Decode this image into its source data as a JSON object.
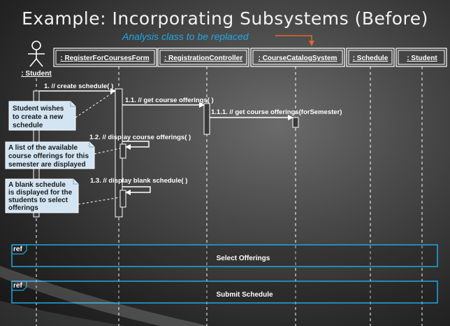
{
  "slide": {
    "title": "Example: Incorporating Subsystems (Before)",
    "annotation": "Analysis class to be replaced"
  },
  "colors": {
    "accent_blue": "#21a8e0",
    "annotation_arrow": "#e0682a",
    "note_fill": "#d3e5f3",
    "lines": "#ffffff"
  },
  "actor": {
    "label": ": Student",
    "icon": "stick-figure-actor-icon"
  },
  "lifelines": [
    {
      "label": ": RegisterForCoursesForm"
    },
    {
      "label": ": RegistrationController"
    },
    {
      "label": ": CourseCatalogSystem"
    },
    {
      "label": ": Schedule"
    },
    {
      "label": ": Student"
    }
  ],
  "messages": [
    {
      "label": "1. // create schedule( )"
    },
    {
      "label": "1.1. // get course offerings( )"
    },
    {
      "label": "1.1.1. // get course offerings(forSemester)"
    },
    {
      "label": "1.2. // display course offerings( )"
    },
    {
      "label": "1.3. // display blank schedule( )"
    }
  ],
  "notes": [
    {
      "lines": [
        "Student wishes",
        "to create a new",
        "schedule"
      ]
    },
    {
      "lines": [
        "A list of the available",
        "course offerings for this",
        "semester are displayed"
      ]
    },
    {
      "lines": [
        "A blank schedule",
        "is displayed for the",
        "students to select",
        "offerings"
      ]
    }
  ],
  "ref_frames": [
    {
      "tag": "ref",
      "label": "Select Offerings"
    },
    {
      "tag": "ref",
      "label": "Submit Schedule"
    }
  ]
}
